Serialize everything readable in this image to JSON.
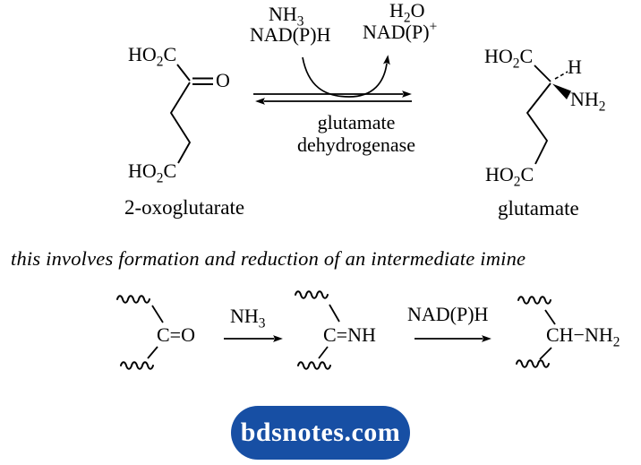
{
  "colors": {
    "ink": "#000000",
    "badge_background": "#174fa4",
    "badge_text": "#ffffff"
  },
  "top_reaction": {
    "substrate": {
      "acid_top": "HO<sub>2</sub>C",
      "carbonyl_oxygen": "O",
      "acid_bottom": "HO<sub>2</sub>C",
      "name": "2-oxoglutarate"
    },
    "over_arrow": {
      "reagent": "NH<sub>3</sub>",
      "cofactor_in": "NAD(P)H",
      "byproduct": "H<sub>2</sub>O",
      "cofactor_out": "NAD(P)<sup>+</sup>"
    },
    "enzyme": {
      "line1": "glutamate",
      "line2": "dehydrogenase"
    },
    "product": {
      "acid_top": "HO<sub>2</sub>C",
      "alpha_h": "H",
      "amine": "NH<sub>2</sub>",
      "acid_bottom": "HO<sub>2</sub>C",
      "name": "glutamate"
    }
  },
  "note": {
    "text": "this involves formation and reduction of an intermediate imine"
  },
  "mechanism": {
    "ketone": "C=O",
    "step1_reagent": "NH<sub>3</sub>",
    "imine": "C=NH",
    "step2_reagent": "NAD(P)H",
    "amine_product": "CH−NH<sub>2</sub>"
  },
  "watermark": {
    "label": "bdsnotes.com"
  }
}
